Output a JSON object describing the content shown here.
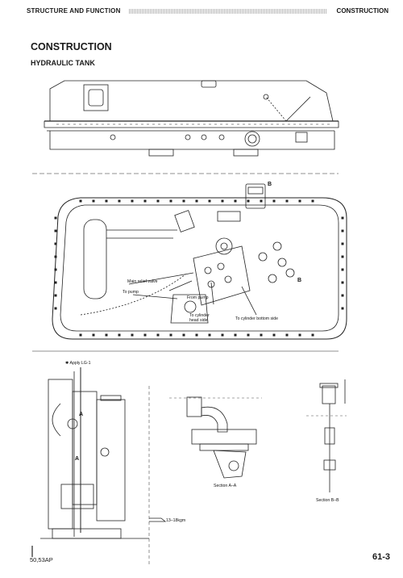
{
  "header": {
    "left": "STRUCTURE AND FUNCTION",
    "right": "CONSTRUCTION"
  },
  "title": "CONSTRUCTION",
  "subtitle": "HYDRAULIC TANK",
  "labels": {
    "section_b_marker": "B",
    "section_b_marker_right": "B",
    "main_relief_valve": "Main relief valve",
    "to_pump": "To pump",
    "from_pump": "From pump",
    "to_cylinder_head_1": "To cylinder",
    "to_cylinder_head_2": "head side",
    "to_cylinder_bottom": "To cylinder bottom side",
    "apply_lg1": "✱ Apply LG-1",
    "section_a_marker_1": "A",
    "section_a_marker_2": "A",
    "torque": "13–18kgm",
    "section_aa": "Section A–A",
    "section_bb": "Section B–B"
  },
  "footer": {
    "model": "50,53AP",
    "page": "61-3"
  }
}
